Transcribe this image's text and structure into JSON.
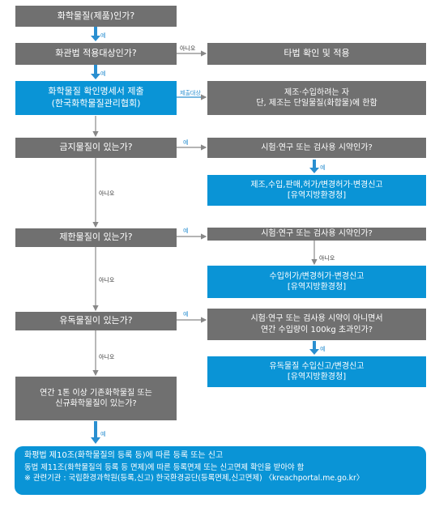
{
  "nodes": {
    "q_chemical": "화학물질(제품)인가?",
    "q_chem_law": "화관법 적용대상인가?",
    "other_law": "타법 확인 및 적용",
    "submit_line1": "화학물질 확인명세서 제출",
    "submit_line2": "(한국화학물질관리협회)",
    "mfg_line1": "제조·수입하려는 자",
    "mfg_line2": "단, 제조는 단일물질(화합물)에 한함",
    "q_prohibited": "금지물질이 있는가?",
    "q_test1": "시험·연구 또는 검사용 시약인가?",
    "prohibited_perm_line1": "제조,수입,판매,허가/변경허가·변경신고",
    "prohibited_perm_line2": "[유역지방환경청]",
    "q_restricted": "제한물질이 있는가?",
    "q_test2": "시험·연구 또는 검사용 시약인가?",
    "restricted_perm_line1": "수입허가/변경허가·변경신고",
    "restricted_perm_line2": "[유역지방환경청]",
    "q_toxic": "유독물질이 있는가?",
    "q_test3_line1": "시험·연구 또는 검사용 시약이 아니면서",
    "q_test3_line2": "연간 수입량이 100kg 초과인가?",
    "toxic_report_line1": "유독물질 수입신고/변경신고",
    "toxic_report_line2": "[유역지방환경청]",
    "q_tonnage_line1": "연간 1톤 이상 기존화학물질 또는",
    "q_tonnage_line2": "신규화학물질이 있는가?",
    "final_line1": "화평법 제10조(화학물질의 등록 등)에 따른 등록 또는 신고",
    "final_line2": "동법 제11조(화학물질의 등록 등 면제)에 따른 등록면제 또는 신고면제 확인을 받아야 함",
    "final_line3": "※ 관련기관 : 국립환경과학원(등록,신고) 한국환경공단(등록면제,신고면제) 〈kreachportal.me.go.kr〉"
  },
  "edge_labels": {
    "yes": "예",
    "no": "아니오",
    "submit_target": "제출대상"
  },
  "colors": {
    "gray_box": "#707070",
    "blue_box": "#0a94d6",
    "arrow_blue": "#2a8fd0",
    "line_gray": "#888888"
  }
}
